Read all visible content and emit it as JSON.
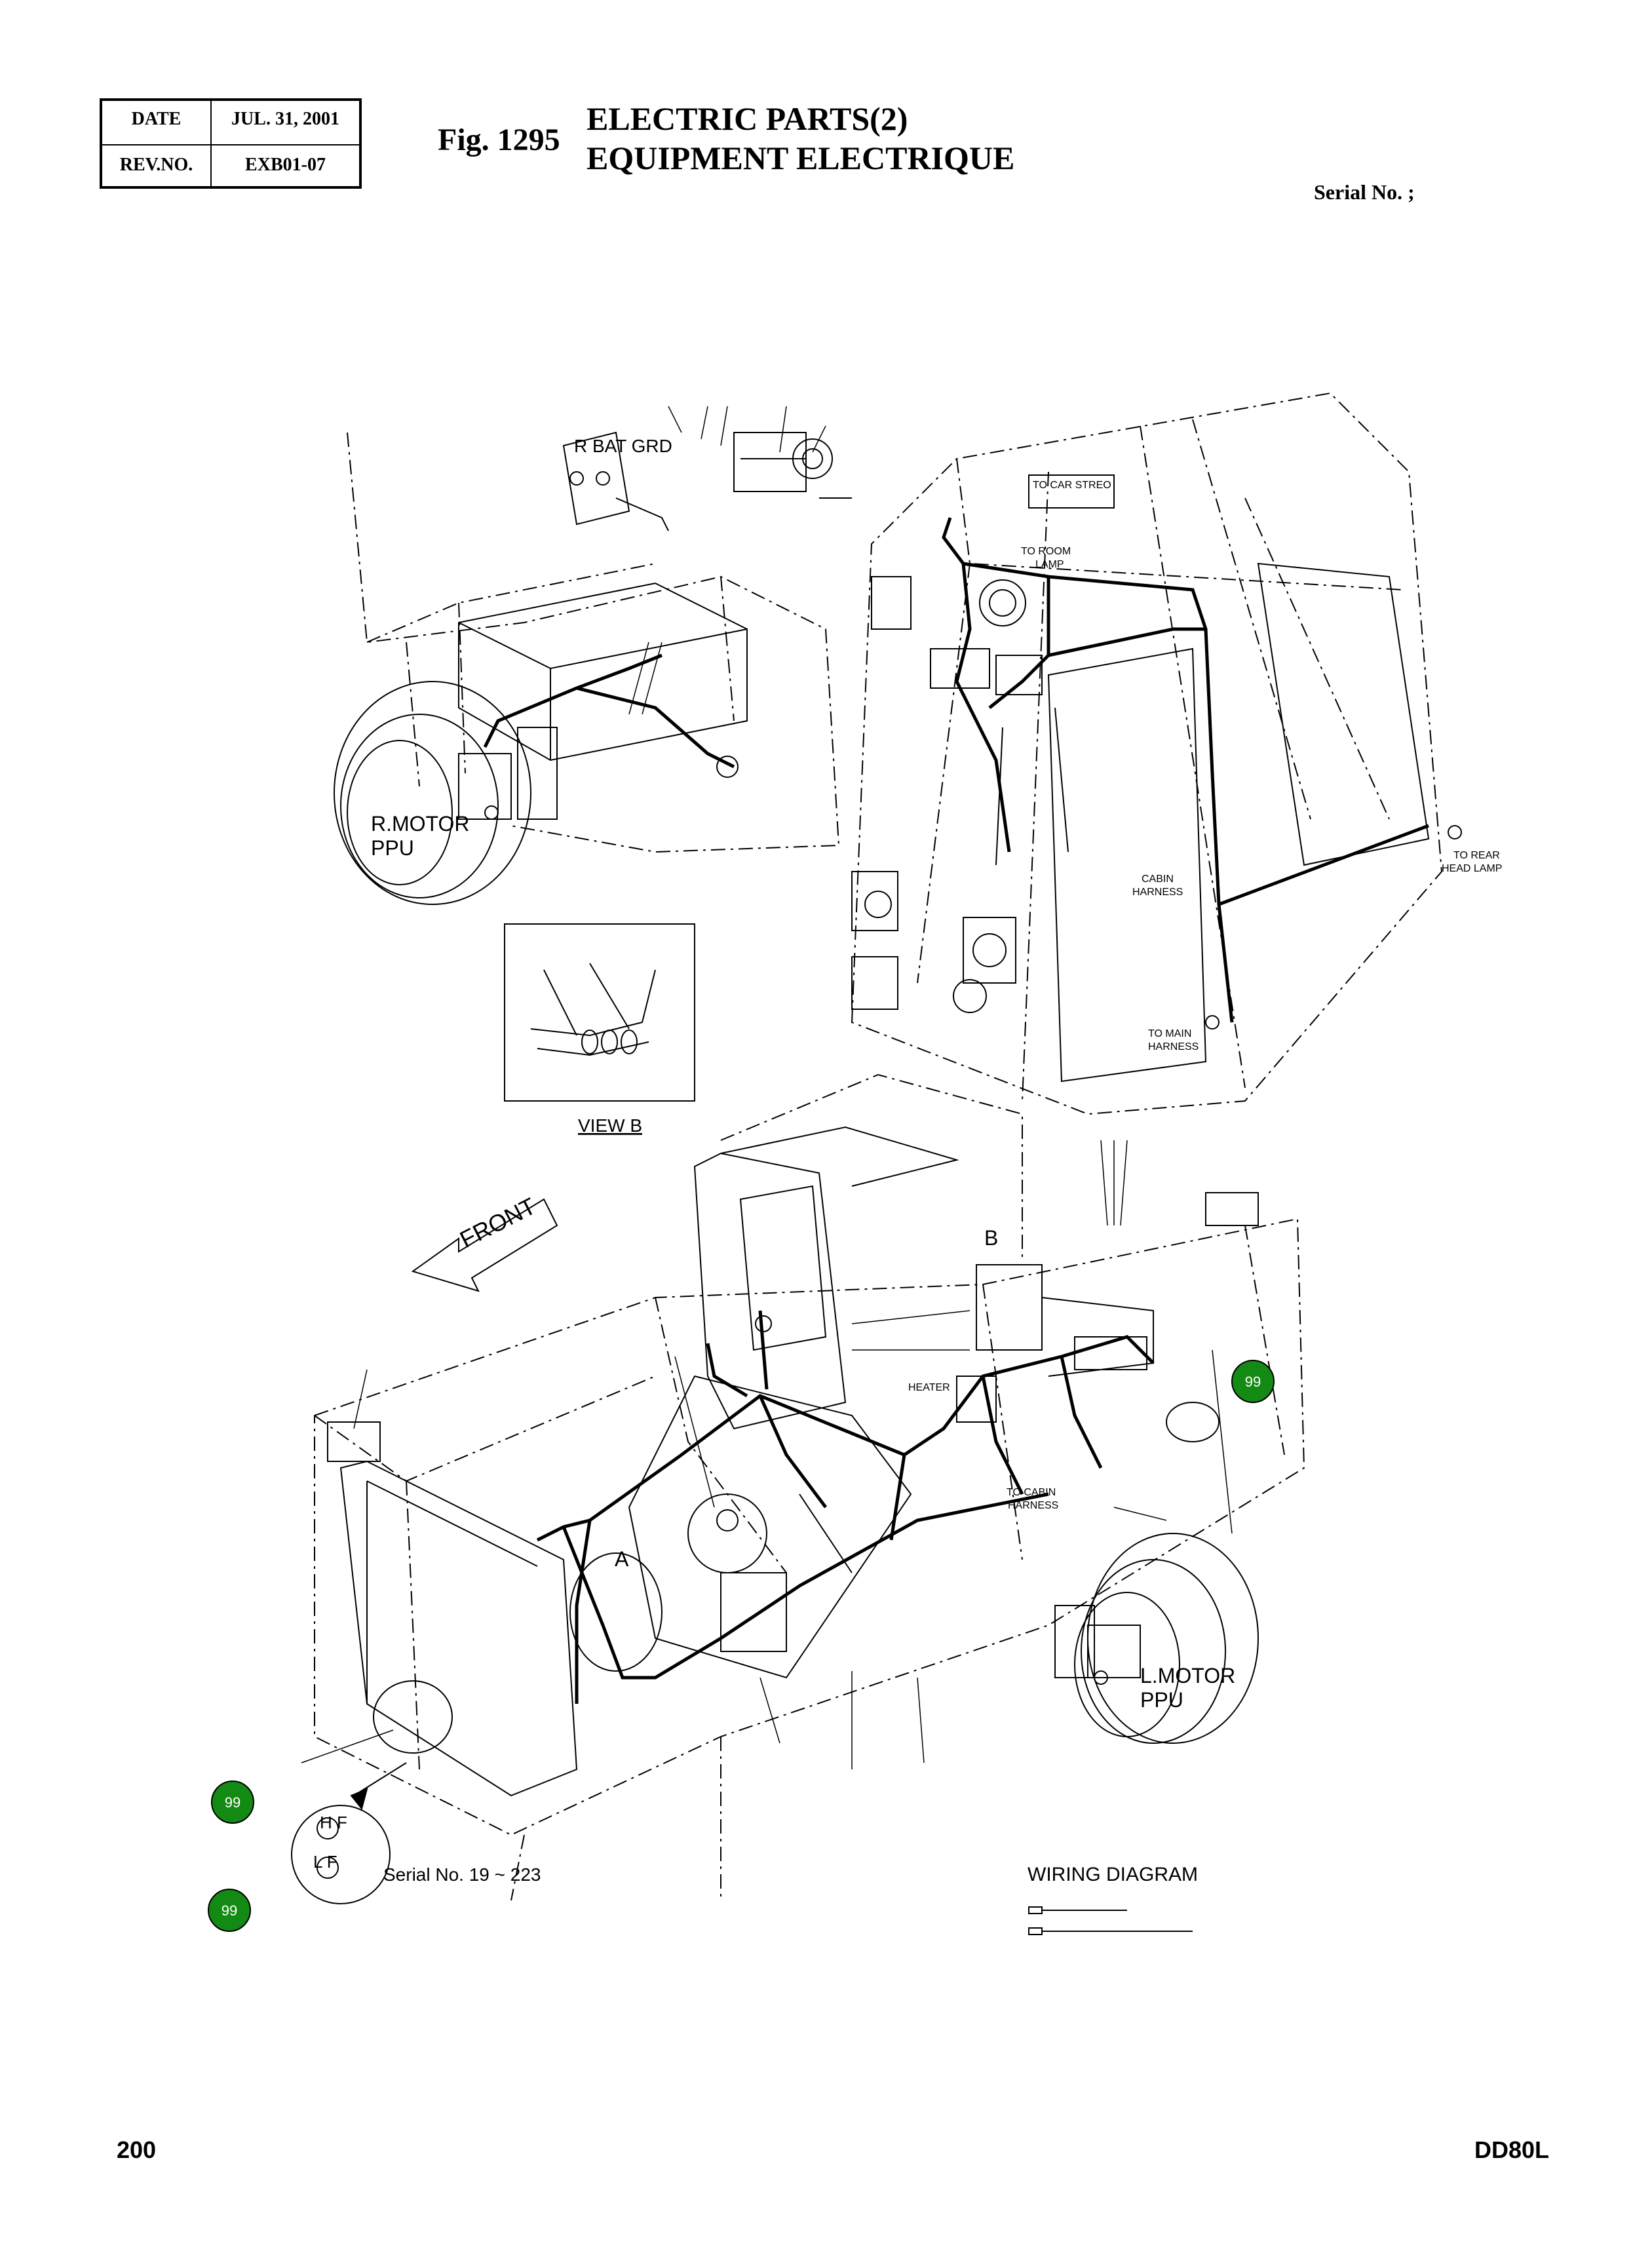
{
  "header": {
    "date_label": "DATE",
    "date_value": "JUL. 31, 2001",
    "rev_label": "REV.NO.",
    "rev_value": "EXB01-07",
    "fig_label": "Fig. 1295",
    "title_en": "ELECTRIC PARTS(2)",
    "title_fr": "EQUIPMENT ELECTRIQUE",
    "serial_label": "Serial No. ;"
  },
  "diagram": {
    "labels": {
      "r_bat_grd": "R BAT GRD",
      "to_car_stereo": "TO CAR STREO",
      "to_room_lamp_1": "TO ROOM",
      "to_room_lamp_2": "LAMP",
      "r_motor": "R.MOTOR",
      "r_ppu": "PPU",
      "to_rear_head_lamp_1": "TO REAR",
      "to_rear_head_lamp_2": "HEAD LAMP",
      "cabin_harness_1": "CABIN",
      "cabin_harness_2": "HARNESS",
      "to_main_harness_1": "TO MAIN",
      "to_main_harness_2": "HARNESS",
      "view_b": "VIEW  B",
      "front": "FRONT",
      "b_marker": "B",
      "a_marker": "A",
      "heater": "HEATER",
      "to_cabin_harness_1": "TO CABIN",
      "to_cabin_harness_2": "HARNESS",
      "l_motor": "L.MOTOR",
      "l_ppu": "PPU",
      "hf": "H F",
      "lf": "L F",
      "serial_range": "Serial No. 19 ~ 223",
      "wiring_diagram": "WIRING DIAGRAM"
    },
    "callouts": [
      "99",
      "99",
      "99"
    ],
    "callout_color": "#138a13"
  },
  "footer": {
    "page_number": "200",
    "model": "DD80L"
  }
}
